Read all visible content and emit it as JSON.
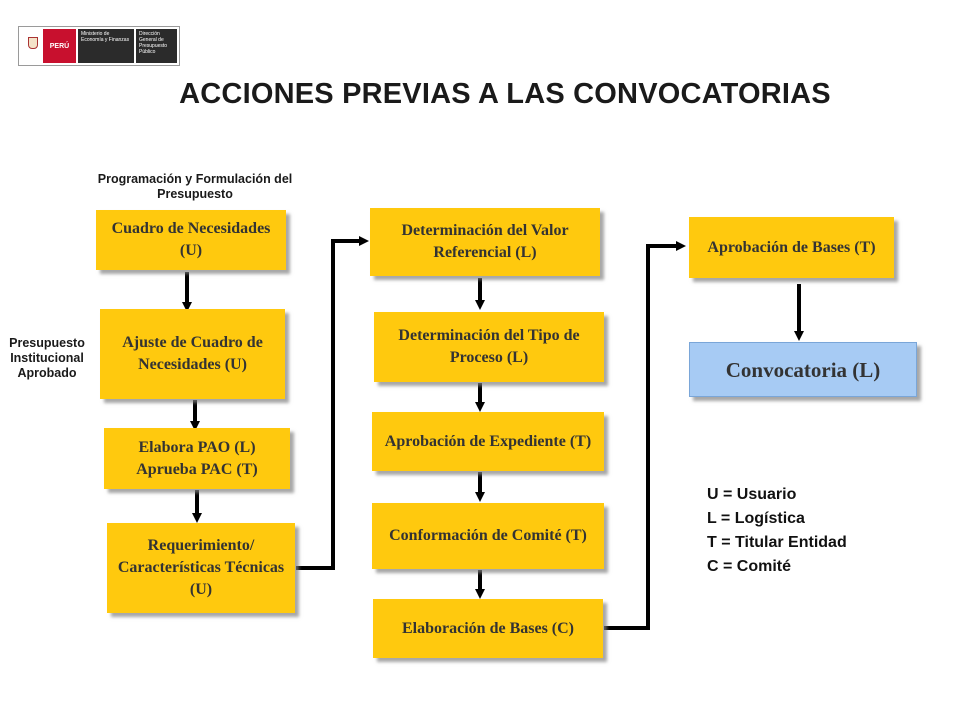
{
  "header": {
    "logo_country": "PERÚ",
    "logo_ministry": "Ministerio de Economía y Finanzas",
    "logo_direction": "Dirección General de Presupuesto Público"
  },
  "title": "ACCIONES PREVIAS A LAS CONVOCATORIAS",
  "labels": {
    "programacion": "Programación y Formulación del Presupuesto",
    "presupuesto": "Presupuesto Institucional Aprobado"
  },
  "boxes": {
    "cuadro": "Cuadro de Necesidades (U)",
    "ajuste": "Ajuste de Cuadro de Necesidades (U)",
    "pao": "Elabora PAO (L) Aprueba PAC (T)",
    "requerimiento": "Requerimiento/ Características Técnicas (U)",
    "valor": "Determinación del Valor Referencial (L)",
    "tipo": "Determinación del Tipo de Proceso (L)",
    "expediente": "Aprobación de Expediente (T)",
    "comite": "Conformación de Comité (T)",
    "bases_elab": "Elaboración de Bases (C)",
    "bases_aprob": "Aprobación de Bases (T)",
    "convocatoria": "Convocatoria (L)"
  },
  "legend": [
    "U = Usuario",
    "L = Logística",
    "T = Titular Entidad",
    "C = Comité"
  ],
  "colors": {
    "box": "#ffc90e",
    "box_final": "#a7cbf4",
    "arrow": "#000000"
  }
}
